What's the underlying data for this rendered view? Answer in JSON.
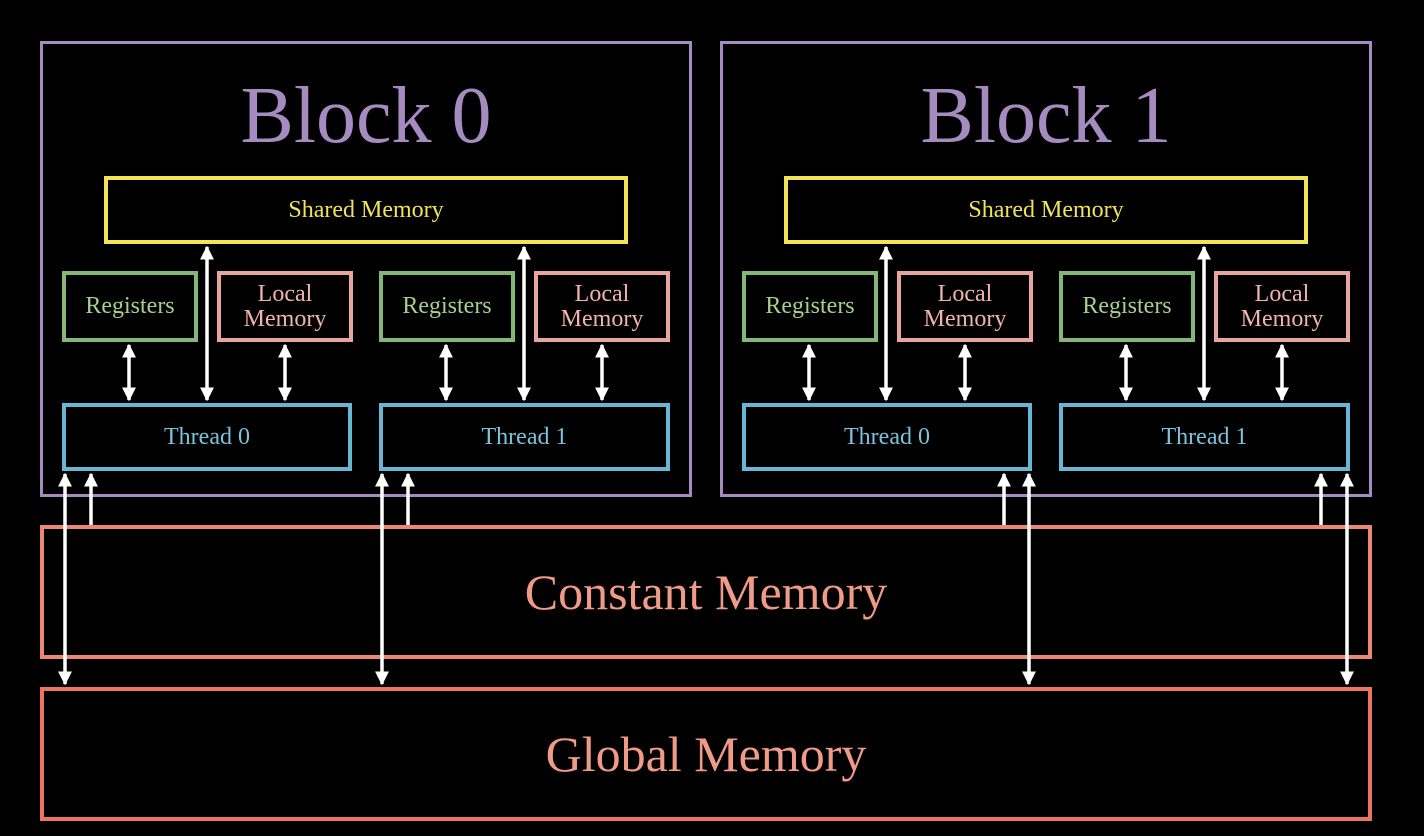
{
  "blocks": [
    {
      "title": "Block 0",
      "shared": "Shared Memory",
      "threads": [
        {
          "registers": "Registers",
          "local": "Local Memory",
          "label": "Thread 0"
        },
        {
          "registers": "Registers",
          "local": "Local Memory",
          "label": "Thread 1"
        }
      ]
    },
    {
      "title": "Block 1",
      "shared": "Shared Memory",
      "threads": [
        {
          "registers": "Registers",
          "local": "Local Memory",
          "label": "Thread 0"
        },
        {
          "registers": "Registers",
          "local": "Local Memory",
          "label": "Thread 1"
        }
      ]
    }
  ],
  "constant": "Constant Memory",
  "global": "Global Memory"
}
